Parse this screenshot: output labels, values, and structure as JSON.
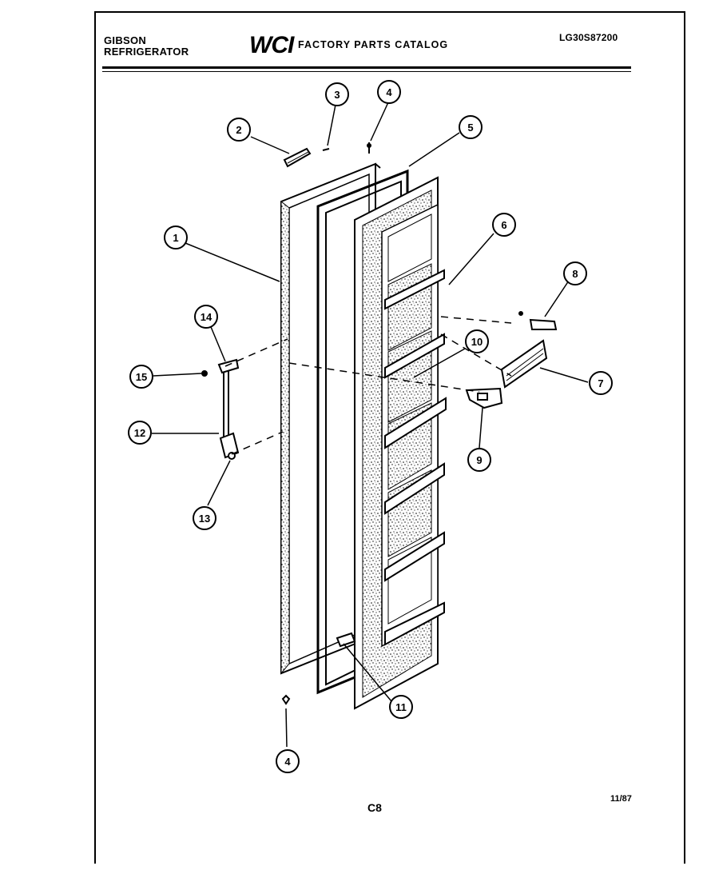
{
  "header": {
    "brand": "GIBSON",
    "product": "REFRIGERATOR",
    "logo": "WCI",
    "catalog_title": "FACTORY PARTS CATALOG",
    "catalog_code": "LG30S87200"
  },
  "footer": {
    "page_code": "C8",
    "date": "11/87"
  },
  "callouts": [
    {
      "id": "1",
      "label": "1"
    },
    {
      "id": "2",
      "label": "2"
    },
    {
      "id": "3",
      "label": "3"
    },
    {
      "id": "4a",
      "label": "4"
    },
    {
      "id": "4b",
      "label": "4"
    },
    {
      "id": "5",
      "label": "5"
    },
    {
      "id": "6",
      "label": "6"
    },
    {
      "id": "7",
      "label": "7"
    },
    {
      "id": "8",
      "label": "8"
    },
    {
      "id": "9",
      "label": "9"
    },
    {
      "id": "10",
      "label": "10"
    },
    {
      "id": "11",
      "label": "11"
    },
    {
      "id": "12",
      "label": "12"
    },
    {
      "id": "13",
      "label": "13"
    },
    {
      "id": "14",
      "label": "14"
    },
    {
      "id": "15",
      "label": "15"
    }
  ],
  "colors": {
    "ink": "#000000",
    "paper": "#ffffff"
  }
}
